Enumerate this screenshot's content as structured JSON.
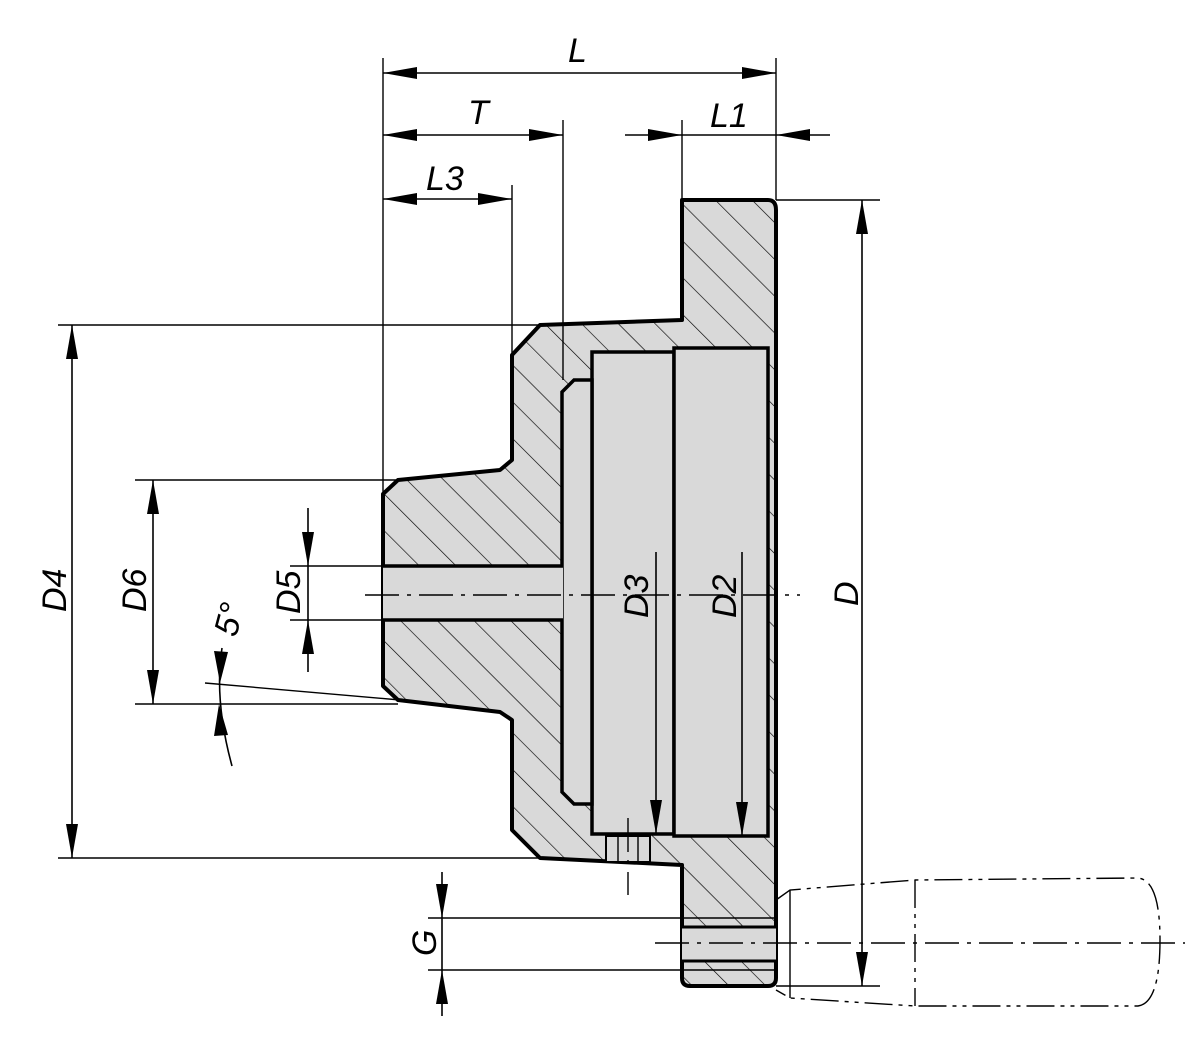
{
  "labels": {
    "L": "L",
    "T": "T",
    "L1": "L1",
    "L3": "L3",
    "D": "D",
    "D2": "D2",
    "D3": "D3",
    "D4": "D4",
    "D5": "D5",
    "D6": "D6",
    "G": "G",
    "angle": "5°"
  }
}
